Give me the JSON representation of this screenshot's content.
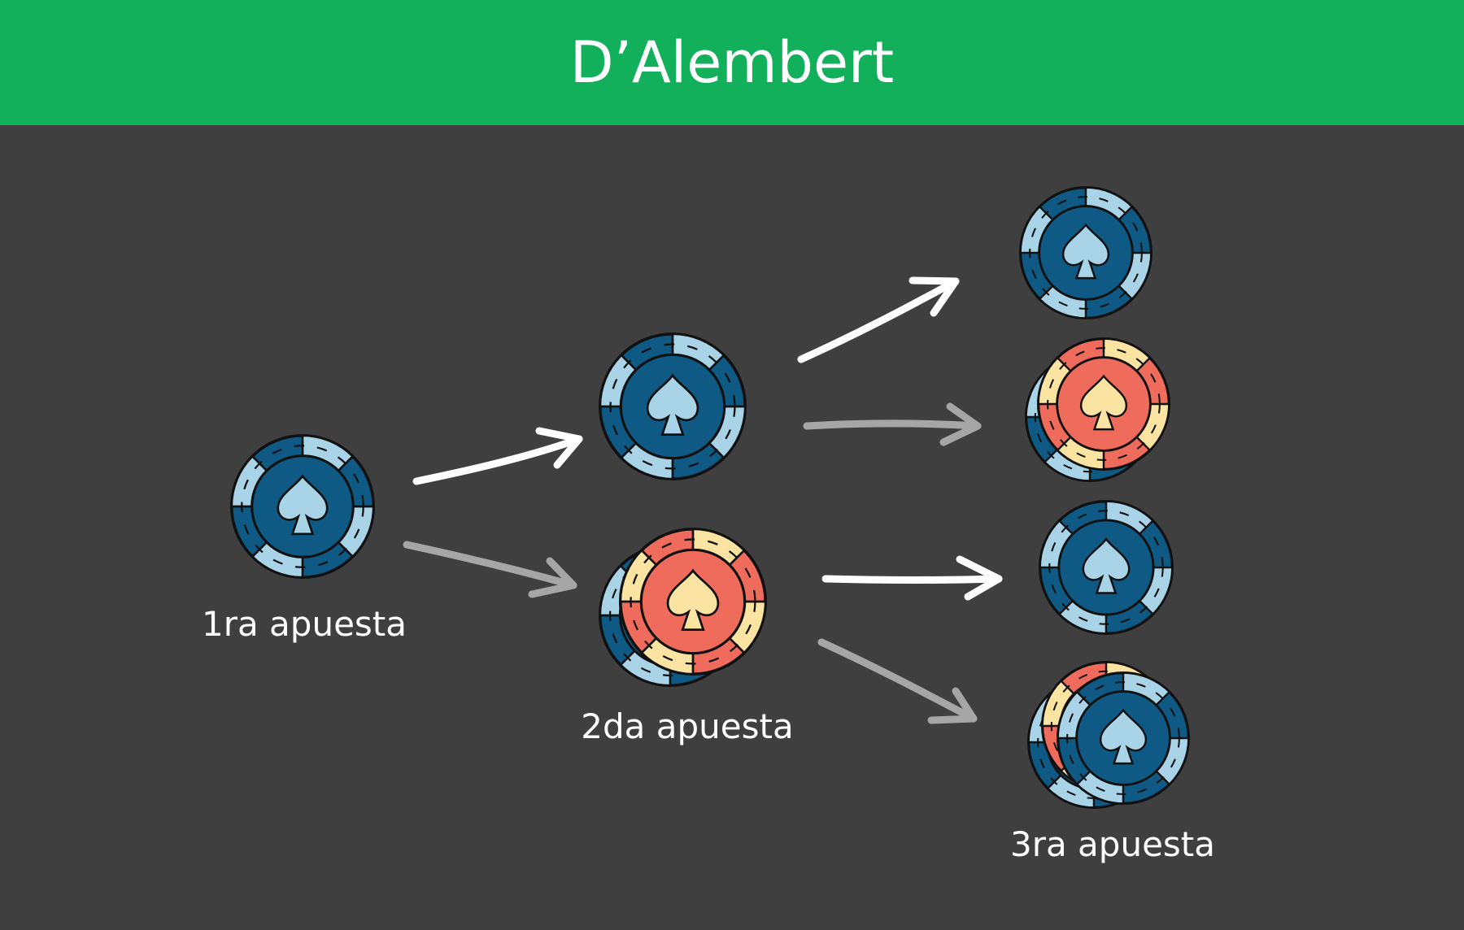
{
  "header": {
    "title": "D’Alembert"
  },
  "labels": {
    "bet1": "1ra apuesta",
    "bet2": "2da apuesta",
    "bet3": "3ra apuesta"
  },
  "colors": {
    "header_bg": "#12b05a",
    "background": "#3f3f3f",
    "chip_blue_dark": "#0e5a85",
    "chip_blue_light": "#a9d3e6",
    "chip_red": "#ef6b5b",
    "chip_yellow": "#fbe3a2",
    "arrow_win": "#ffffff",
    "arrow_loss": "#a6a6a6"
  },
  "icons": {
    "chip": "poker-chip-spade-icon",
    "arrow": "curved-arrow-icon"
  }
}
